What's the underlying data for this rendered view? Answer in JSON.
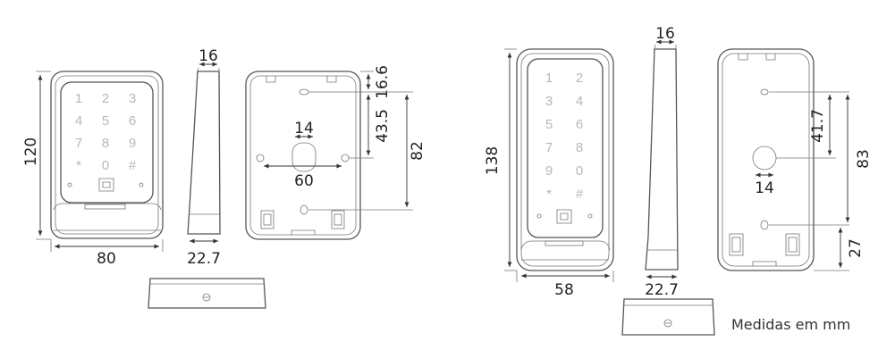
{
  "note": "Medidas em mm",
  "small": {
    "keys": [
      "1",
      "2",
      "3",
      "4",
      "5",
      "6",
      "7",
      "8",
      "9",
      "*",
      "0",
      "#"
    ],
    "front": {
      "height": "120",
      "width": "80"
    },
    "side": {
      "top": "16",
      "bottom": "22.7"
    },
    "back": {
      "hole": "14",
      "spacing": "60",
      "top": "16.6",
      "mid": "43.5",
      "total": "82"
    }
  },
  "large": {
    "keys": [
      "1",
      "2",
      "3",
      "4",
      "5",
      "6",
      "7",
      "8",
      "9",
      "0",
      "*",
      "#"
    ],
    "front": {
      "height": "138",
      "width": "58"
    },
    "side": {
      "top": "16",
      "bottom": "22.7"
    },
    "back": {
      "hole": "14",
      "mid": "41.7",
      "total": "83",
      "bottom": "27"
    }
  }
}
